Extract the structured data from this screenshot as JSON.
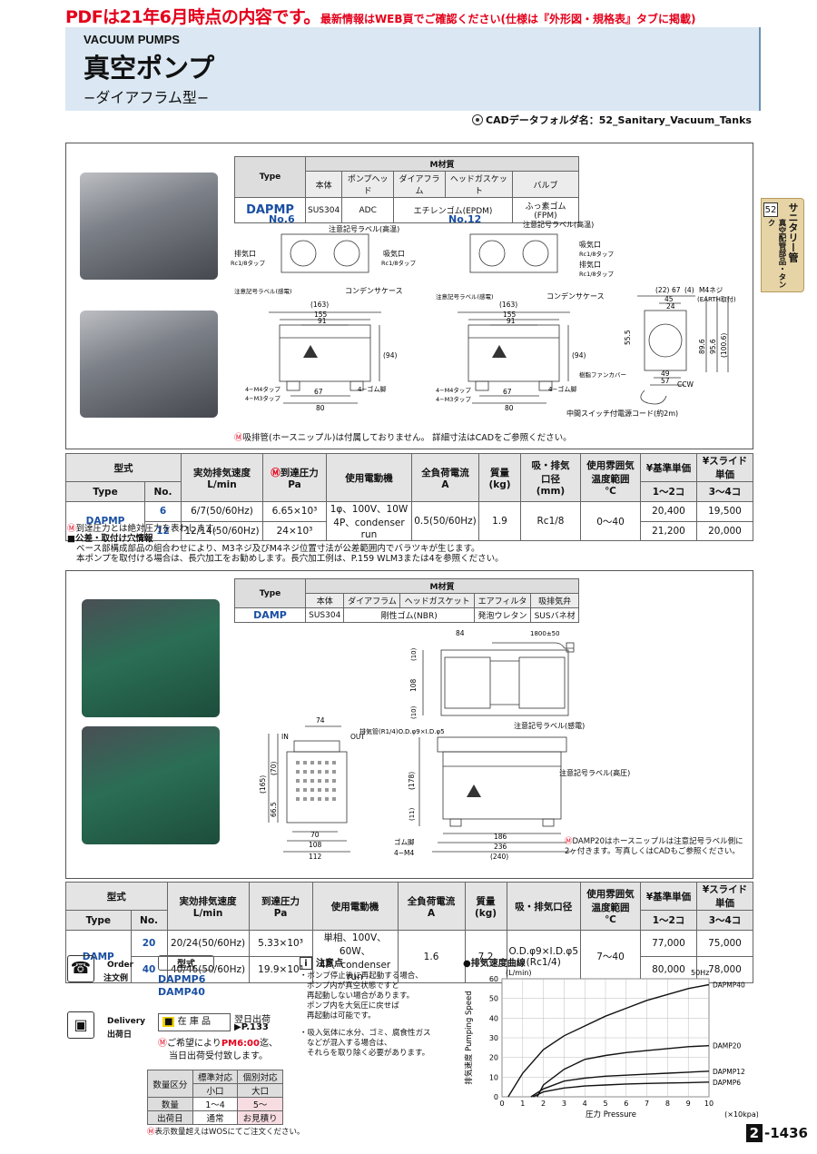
{
  "banner": {
    "big": "PDFは21年6月時点の内容です。",
    "small": "最新情報はWEB頁でご確認ください(仕様は『外形図・規格表』タブに掲載)"
  },
  "title": {
    "en": "VACUUM PUMPS",
    "jp": "真空ポンプ",
    "sub": "−ダイアフラム型−"
  },
  "cad": "CADデータフォルダ名：52_Sanitary_Vacuum_Tanks",
  "sidetab": {
    "num": "52",
    "main": "サニタリー管",
    "sub": "真空配管部品・タンク"
  },
  "dapmp": {
    "mat_title": "M材質",
    "type_label": "Type",
    "type": "DAPMP",
    "mat_headers": [
      "本体",
      "ポンプヘッド",
      "ダイアフラム",
      "ヘッドガスケット",
      "バルブ"
    ],
    "mat_values": [
      "SUS304",
      "ADC",
      "エチレンゴム(EPDM)",
      "ふっ素ゴム(FPM)"
    ],
    "no6": "No.6",
    "no12": "No.12",
    "lbl_warning_hi": "注意記号ラベル(高温)",
    "lbl_exhaust": "排気口",
    "lbl_exhaust_tap": "Rc1/8タップ",
    "lbl_intake": "吸気口",
    "lbl_intake_tap": "Rc1/8タップ",
    "lbl_warning_el": "注意記号ラベル(感電)",
    "lbl_condenser": "コンデンサケース",
    "lbl_m4": "4−M4タップ",
    "lbl_m3": "4−M3タップ",
    "lbl_rubber": "4−ゴム脚",
    "lbl_fan": "樹脂ファンカバー",
    "lbl_m4screw": "M4ネジ",
    "lbl_earth": "(EARTH取付)",
    "lbl_ccw": "CCW",
    "lbl_cord": "中間スイッチ付電源コード(約2m)",
    "dims6": [
      "(163)",
      "155",
      "91",
      "(94)",
      "67",
      "80"
    ],
    "dims12": [
      "(163)",
      "155",
      "91",
      "(94)",
      "67",
      "80"
    ],
    "dims_side": [
      "(22)",
      "67",
      "(4)",
      "45",
      "24",
      "55.5",
      "89.6",
      "95.6",
      "(100.6)",
      "49",
      "57"
    ],
    "foot_note": "吸排管(ホースニップル)は付属しておりません。  詳細寸法はCADをご参照ください。"
  },
  "spec1": {
    "h_type": "型式",
    "h_type_en": "Type",
    "h_no": "No.",
    "h_speed": "実効排気速度",
    "h_speed_u": "L/min",
    "h_press": "到達圧力",
    "h_press_u": "Pa",
    "h_motor": "使用電動機",
    "h_current": "全負荷電流",
    "h_current_u": "A",
    "h_mass": "質量",
    "h_mass_u": "(kg)",
    "h_port": "吸・排気",
    "h_port2": "口径",
    "h_port_u": "(mm)",
    "h_temp": "使用雰囲気",
    "h_temp2": "温度範囲",
    "h_temp_u": "℃",
    "h_price1": "¥基準単価",
    "h_price1_q": "1〜2コ",
    "h_price2": "¥スライド単価",
    "h_price2_q": "3〜4コ",
    "type": "DAPMP",
    "rows": [
      {
        "no": "6",
        "speed": "6/7(50/60Hz)",
        "press": "6.65×10³",
        "price1": "20,400",
        "price2": "19,500"
      },
      {
        "no": "12",
        "speed": "12/14(50/60Hz)",
        "press": "24×10³",
        "price1": "21,200",
        "price2": "20,000"
      }
    ],
    "motor1": "1φ、100V、10W",
    "motor2": "4P、condenser run",
    "current": "0.5(50/60Hz)",
    "mass": "1.9",
    "port": "Rc1/8",
    "temp": "0〜40",
    "notes": [
      "到達圧力とは絶対圧力を表わします。",
      "■公差・取付け穴情報",
      "ベース部構成部品の組合わせにより、M3ネジ及びM4ネジ位置寸法が公差範囲内でバラツキが生じます。",
      "本ポンプを取付ける場合は、長穴加工をお勧めします。長穴加工例は、P.159 WLM3または4を参照ください。"
    ]
  },
  "damp": {
    "mat_title": "M材質",
    "type_label": "Type",
    "type": "DAMP",
    "mat_headers": [
      "本体",
      "ダイアフラム",
      "ヘッドガスケット",
      "エアフィルタ",
      "吸排気弁"
    ],
    "mat_values": [
      "SUS304",
      "剛性ゴム(NBR)",
      "発泡ウレタン",
      "SUSバネ材"
    ],
    "lbl_in": "IN",
    "lbl_out": "OUT",
    "lbl_pipe": "排気管(R1/4)O.D.φ9×I.D.φ5",
    "lbl_warn_el": "注意記号ラベル(感電)",
    "lbl_warn_hi": "注意記号ラベル(高圧)",
    "lbl_foot": "ゴム脚",
    "lbl_m4": "4−M4",
    "dims_left": [
      "74",
      "(165)",
      "(70)",
      "66.5",
      "70",
      "108",
      "112"
    ],
    "dims_right": [
      "84",
      "1800±50",
      "(10)",
      "108",
      "(10)",
      "(178)",
      "(11)",
      "186",
      "236",
      "(240)"
    ],
    "note": "DAMP20はホースニップルは注意記号ラベル側に2ヶ付きます。写真しくはCADもご参照ください。"
  },
  "spec2": {
    "h_port": "吸・排気口径",
    "type": "DAMP",
    "rows": [
      {
        "no": "20",
        "speed": "20/24(50/60Hz)",
        "press": "5.33×10³",
        "price1": "77,000",
        "price2": "75,000"
      },
      {
        "no": "40",
        "speed": "40/46(50/60Hz)",
        "press": "19.9×10³",
        "price1": "80,000",
        "price2": "78,000"
      }
    ],
    "motor1": "単相、100V、60W、",
    "motor2": "4P、condenser run",
    "current": "1.6",
    "mass": "7.2",
    "port": "O.D.φ9×I.D.φ5",
    "port2": "(Rc1/4)",
    "temp": "7〜40"
  },
  "order": {
    "label": "Order",
    "label_jp": "注文例",
    "type_label": "型式",
    "ex1": "DAPMP6",
    "ex2": "DAMP40"
  },
  "delivery": {
    "label": "Delivery",
    "label_jp": "出荷日",
    "stock": "在 庫 品",
    "next": "翌日出荷",
    "page": "P.133",
    "wish": "ご希望により",
    "pm": "PM6:00",
    "wish2": "迄、",
    "same": "当日出荷受付致します。"
  },
  "qty": {
    "h_cat": "数量区分",
    "h_std": "標準対応",
    "h_ind": "個別対応",
    "h_small": "小口",
    "h_large": "大口",
    "r1": "数量",
    "q_small": "1〜4",
    "q_large": "5〜",
    "r2": "出荷日",
    "d_small": "通常",
    "d_large": "お見積り",
    "note": "表示数量超えはWOSにてご注文ください。"
  },
  "caution": {
    "title": "注意点",
    "lines": [
      "・ポンプ停止後に再起動する場合、",
      "ポンプ内が真空状態ですと",
      "再起動しない場合があります。",
      "ポンプ内を大気圧に戻せば",
      "再起動は可能です。",
      "",
      "・吸入気体に水分、ゴミ、腐食性ガス",
      "などが混入する場合は、",
      "それらを取り除く必要があります。"
    ]
  },
  "chart_data": {
    "type": "line",
    "title": "●排気速度曲線",
    "ylabel": "排気速度 Pumping Speed",
    "yunit": "(L/min)",
    "xlabel": "圧力 Pressure",
    "xunit": "(×10kpa)",
    "freq": "50Hz",
    "xlim": [
      0,
      10
    ],
    "ylim": [
      0,
      60
    ],
    "xticks": [
      "0",
      "1",
      "2",
      "3",
      "4",
      "5",
      "6",
      "7",
      "8",
      "9",
      "10"
    ],
    "yticks": [
      "0",
      "10",
      "20",
      "30",
      "40",
      "50",
      "60"
    ],
    "series": [
      {
        "name": "DAPMP40",
        "x": [
          0.3,
          1,
          2,
          3,
          4,
          5,
          6,
          7,
          8,
          9,
          10
        ],
        "y": [
          0,
          12,
          24,
          31,
          36,
          41,
          45,
          49,
          52,
          55,
          57
        ]
      },
      {
        "name": "DAMP20",
        "x": [
          1.7,
          2,
          3,
          4,
          5,
          6,
          7,
          8,
          9,
          10
        ],
        "y": [
          0,
          6,
          14,
          19,
          21,
          22.5,
          23.5,
          24.5,
          25.5,
          26
        ]
      },
      {
        "name": "DAPMP12",
        "x": [
          1.4,
          2,
          3,
          4,
          5,
          6,
          7,
          8,
          9,
          10
        ],
        "y": [
          0,
          4,
          8,
          9.5,
          10.5,
          11,
          11.5,
          12,
          12.5,
          13
        ]
      },
      {
        "name": "DAPMP6",
        "x": [
          1.5,
          2,
          3,
          4,
          5,
          6,
          7,
          8,
          9,
          10
        ],
        "y": [
          0,
          2.5,
          4.5,
          5.5,
          6,
          6.5,
          6.8,
          7,
          7.2,
          7.5
        ]
      }
    ]
  },
  "page": {
    "num": "2",
    "sub": "-1436"
  }
}
